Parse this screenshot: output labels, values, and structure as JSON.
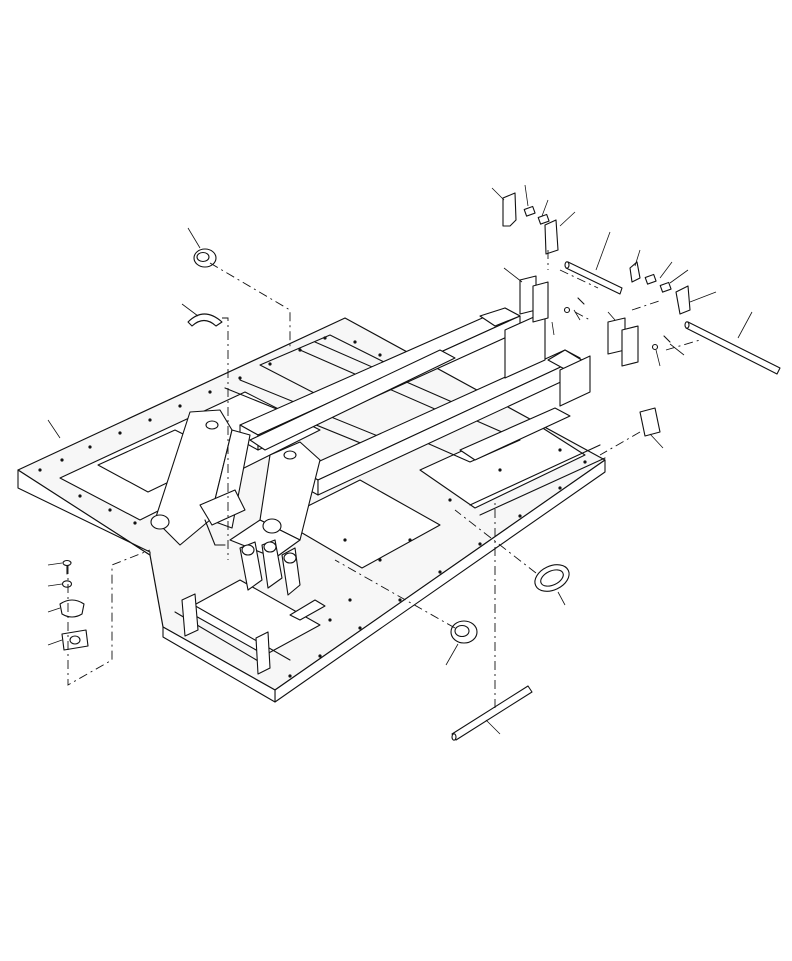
{
  "drawing": {
    "kind": "exploded parts illustration",
    "line_color": "#111111",
    "background": "#ffffff"
  },
  "parts": [
    {
      "id": "main-frame-plate"
    },
    {
      "id": "upper-frame-rails"
    },
    {
      "id": "boom-bracket"
    },
    {
      "id": "swing-bracket"
    },
    {
      "id": "rear-plate-bracket-a"
    },
    {
      "id": "rear-plate-bracket-b"
    },
    {
      "id": "small-bracket-a"
    },
    {
      "id": "small-bracket-b"
    },
    {
      "id": "rod-upper"
    },
    {
      "id": "rod-right"
    },
    {
      "id": "rod-lower"
    },
    {
      "id": "collar-upper-left"
    },
    {
      "id": "half-ring-left"
    },
    {
      "id": "collar-center"
    },
    {
      "id": "oval-ring-right"
    },
    {
      "id": "cover-plate-right"
    },
    {
      "id": "bolt-left"
    },
    {
      "id": "washer-left"
    },
    {
      "id": "cap-left"
    },
    {
      "id": "flange-left"
    }
  ]
}
